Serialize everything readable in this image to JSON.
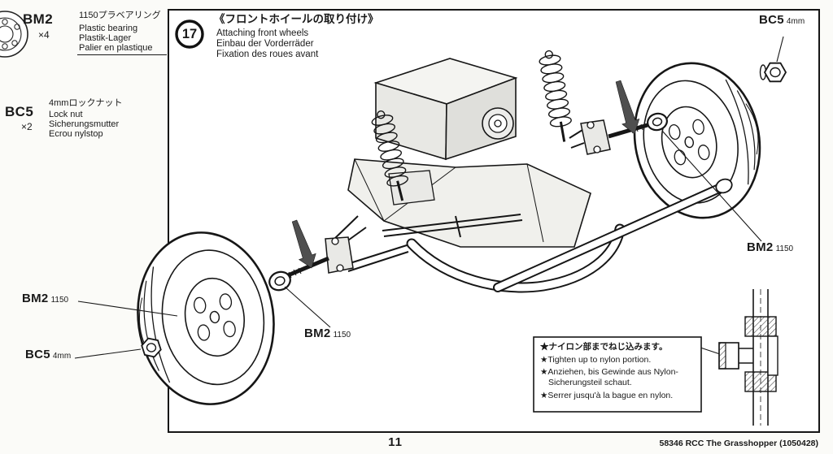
{
  "colors": {
    "ink": "#1a1a1a",
    "paper": "#fbfbf8",
    "arrow": "#4f4f4f"
  },
  "page": {
    "number": "11",
    "footer": "58346  RCC The Grasshopper (1050428)"
  },
  "parts": [
    {
      "code": "BM2",
      "qty": "×4",
      "desc_ja": "1150プラベアリング",
      "desc_en": "Plastic bearing",
      "desc_de": "Plastik-Lager",
      "desc_fr": "Palier en plastique"
    },
    {
      "code": "BC5",
      "qty": "×2",
      "desc_ja": "4mmロックナット",
      "desc_en": "Lock nut",
      "desc_de": "Sicherungsmutter",
      "desc_fr": "Ecrou nylstop"
    }
  ],
  "step": {
    "number": "17",
    "title_ja": "《フロントホイールの取り付け》",
    "title_en": "Attaching front wheels",
    "title_de": "Einbau der Vorderräder",
    "title_fr": "Fixation des roues avant"
  },
  "labels": {
    "bc5_top": {
      "code": "BC5",
      "size": "4mm"
    },
    "bm2_right": {
      "code": "BM2",
      "size": "1150"
    },
    "bm2_center": {
      "code": "BM2",
      "size": "1150"
    },
    "bm2_left": {
      "code": "BM2",
      "size": "1150"
    },
    "bc5_left": {
      "code": "BC5",
      "size": "4mm"
    }
  },
  "note": {
    "line1": "★ナイロン部までねじ込みます。",
    "line2": "★Tighten up to nylon portion.",
    "line3": "★Anziehen, bis Gewinde aus Nylon-",
    "line4": "Sicherungsteil schaut.",
    "line5": "★Serrer jusqu'à la bague en nylon."
  }
}
